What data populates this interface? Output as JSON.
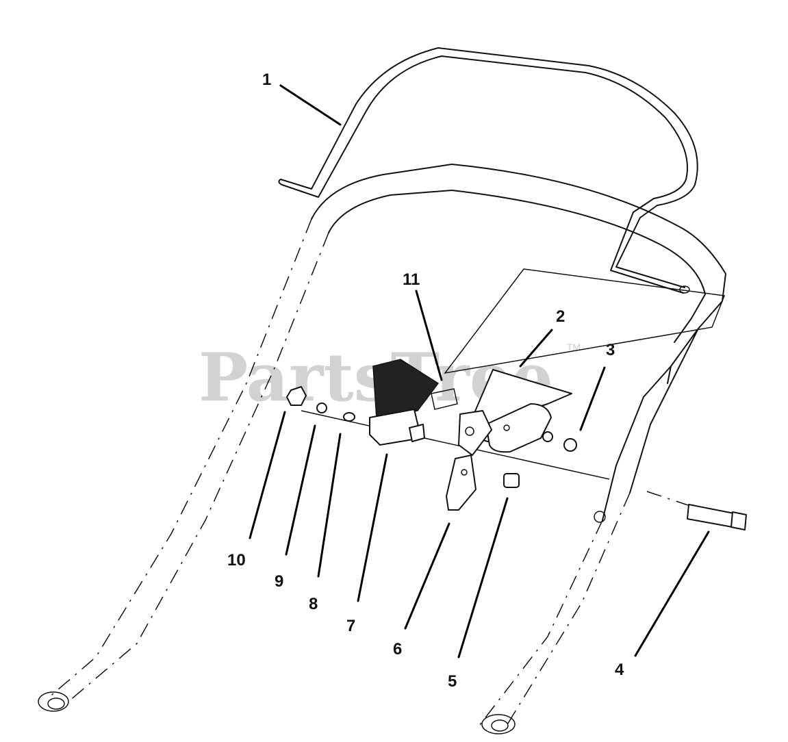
{
  "watermark": {
    "text": "PartsTree",
    "trademark": "TM"
  },
  "callouts": [
    "1",
    "2",
    "3",
    "4",
    "5",
    "6",
    "7",
    "8",
    "9",
    "10",
    "11"
  ]
}
